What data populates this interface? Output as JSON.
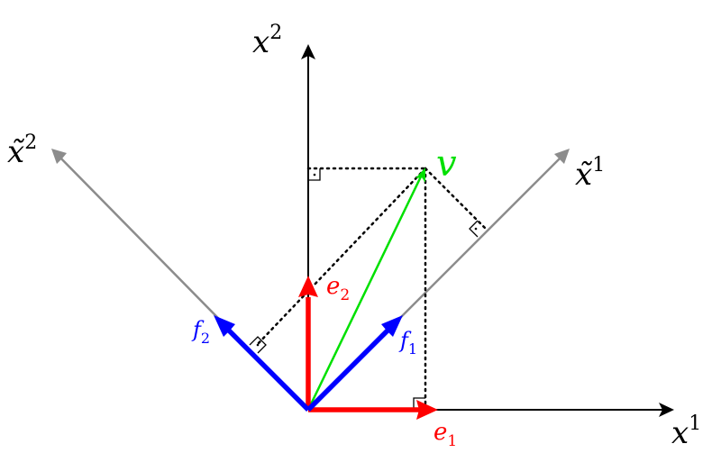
{
  "labels": {
    "x1": {
      "base": "x",
      "sup": "1"
    },
    "x2": {
      "base": "x",
      "sup": "2"
    },
    "xt1": {
      "base": "x̃",
      "sup": "1"
    },
    "xt2": {
      "base": "x̃",
      "sup": "2"
    },
    "e1": {
      "base": "e",
      "sub": "1"
    },
    "e2": {
      "base": "e",
      "sub": "2"
    },
    "f1": {
      "base": "f",
      "sub": "1"
    },
    "f2": {
      "base": "f",
      "sub": "2"
    },
    "v": "v"
  },
  "colors": {
    "axis": "#000000",
    "rotated_axis": "#8c8c8c",
    "e_basis": "#ff0000",
    "f_basis": "#0000ff",
    "vector_v": "#00e000",
    "projection": "#000000"
  }
}
